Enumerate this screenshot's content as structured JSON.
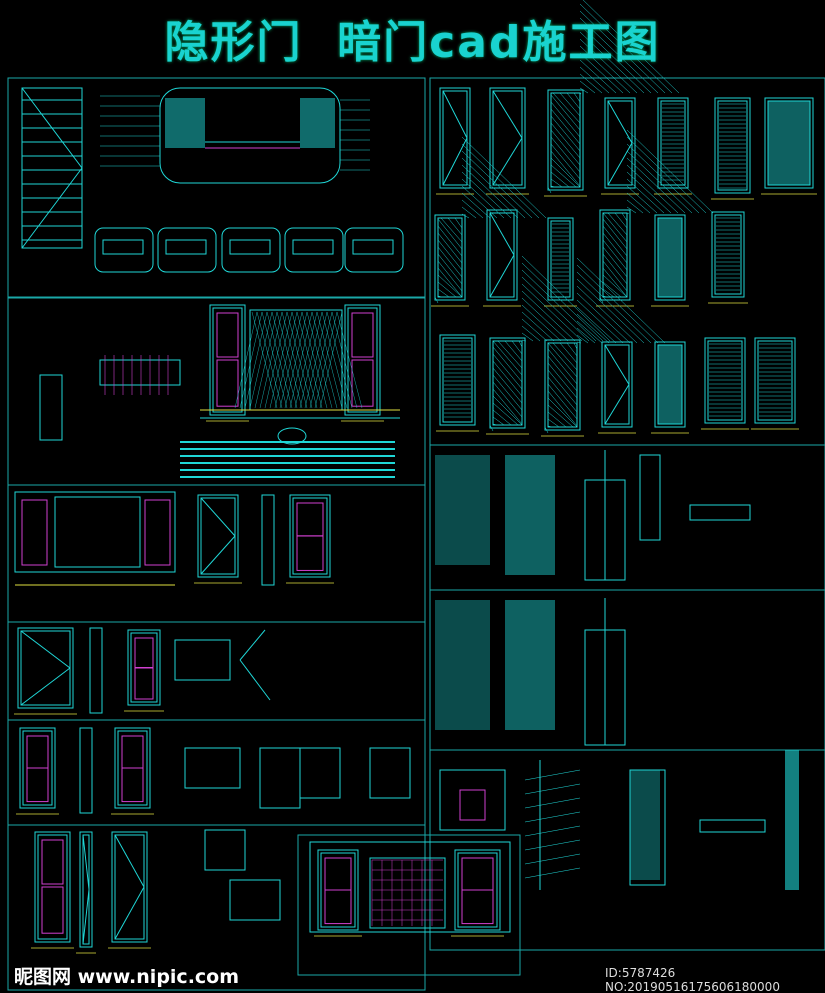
{
  "title": "隐形门  暗门cad施工图",
  "watermark": "昵图网 www.nipic.com",
  "id_text": "ID:5787426 NO:20190516175606180000",
  "colors": {
    "line": "#1fd6d6",
    "accent": "#d040d0",
    "dim": "#e0e040",
    "frame": "#1aa8a8"
  }
}
